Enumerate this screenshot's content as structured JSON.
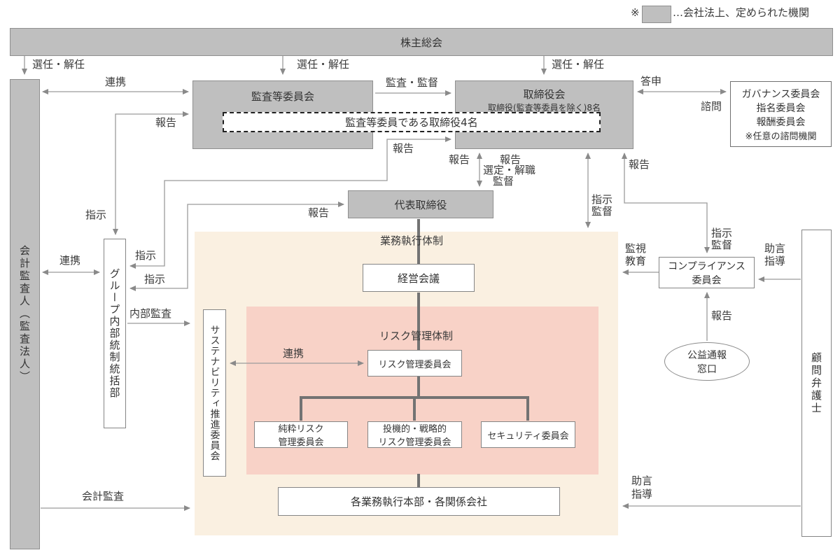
{
  "legend": {
    "mark": "※",
    "text": "…会社法上、定められた機関"
  },
  "colors": {
    "organ_gray": "#bfbfbf",
    "border_gray": "#8f8f8f",
    "execution_area_beige": "#faf0e1",
    "risk_area_pink": "#f8d2c7",
    "arrow_line": "#9b9b9b",
    "connector": "#737373"
  },
  "nodes": {
    "shareholders_meeting": "株主総会",
    "accounting_auditor": "会計監査人（監査法人）",
    "audit_committee": "監査等委員会",
    "audit_member_directors": "監査等委員である取締役4名",
    "board": {
      "title": "取締役会",
      "sub": "取締役(監査等委員を除く)8名"
    },
    "advisory": {
      "lines": [
        "ガバナンス委員会",
        "指名委員会",
        "報酬委員会",
        "※任意の諮問機関"
      ]
    },
    "representative_director": "代表取締役",
    "group_internal_control_dept": "グループ内部統制統括部",
    "sustainability_committee": "サステナビリティ推進委員会",
    "execution_structure": "業務執行体制",
    "management_meeting": "経営会議",
    "risk_management_structure": "リスク管理体制",
    "risk_management_committee": "リスク管理委員会",
    "pure_risk_committee": {
      "line1": "純粋リスク",
      "line2": "管理委員会"
    },
    "speculative_risk_committee": {
      "line1": "投機的・戦略的",
      "line2": "リスク管理委員会"
    },
    "security_committee": "セキュリティ委員会",
    "execution_divisions": "各業務執行本部・各関係会社",
    "compliance_committee": {
      "line1": "コンプライアンス",
      "line2": "委員会"
    },
    "whistleblower_contact": {
      "line1": "公益通報",
      "line2": "窓口"
    },
    "legal_advisor": "顧問弁護士"
  },
  "labels": {
    "appoint_dismiss_left": "選任・解任",
    "appoint_dismiss_mid": "選任・解任",
    "appoint_dismiss_right": "選任・解任",
    "cooperation_top": "連携",
    "cooperation_group": "連携",
    "cooperation_risk": "連携",
    "audit_supervise": "監査・監督",
    "reply": "答申",
    "consult": "諮問",
    "report_to_audit_committee": "報告",
    "report_group_to_board": "報告",
    "report_repdir_to_board": "報告",
    "report_exec_to_board": "報告",
    "report_compliance_to_board": "報告",
    "report_group_to_repdir": "報告",
    "report_whistle": "報告",
    "select_dismiss": "選定・解職",
    "supervise_repdir": "監督",
    "instruct_exec": "指示",
    "supervise_exec": "監督",
    "instruct_compliance": "指示",
    "supervise_compliance": "監督",
    "instruct_group_top": "指示",
    "instruct_group_1": "指示",
    "instruct_group_2": "指示",
    "monitor": "監視",
    "educate": "教育",
    "advice_top": "助言",
    "guide_top": "指導",
    "advice_bottom": "助言",
    "guide_bottom": "指導",
    "internal_audit": "内部監査",
    "accounting_audit": "会計監査"
  }
}
